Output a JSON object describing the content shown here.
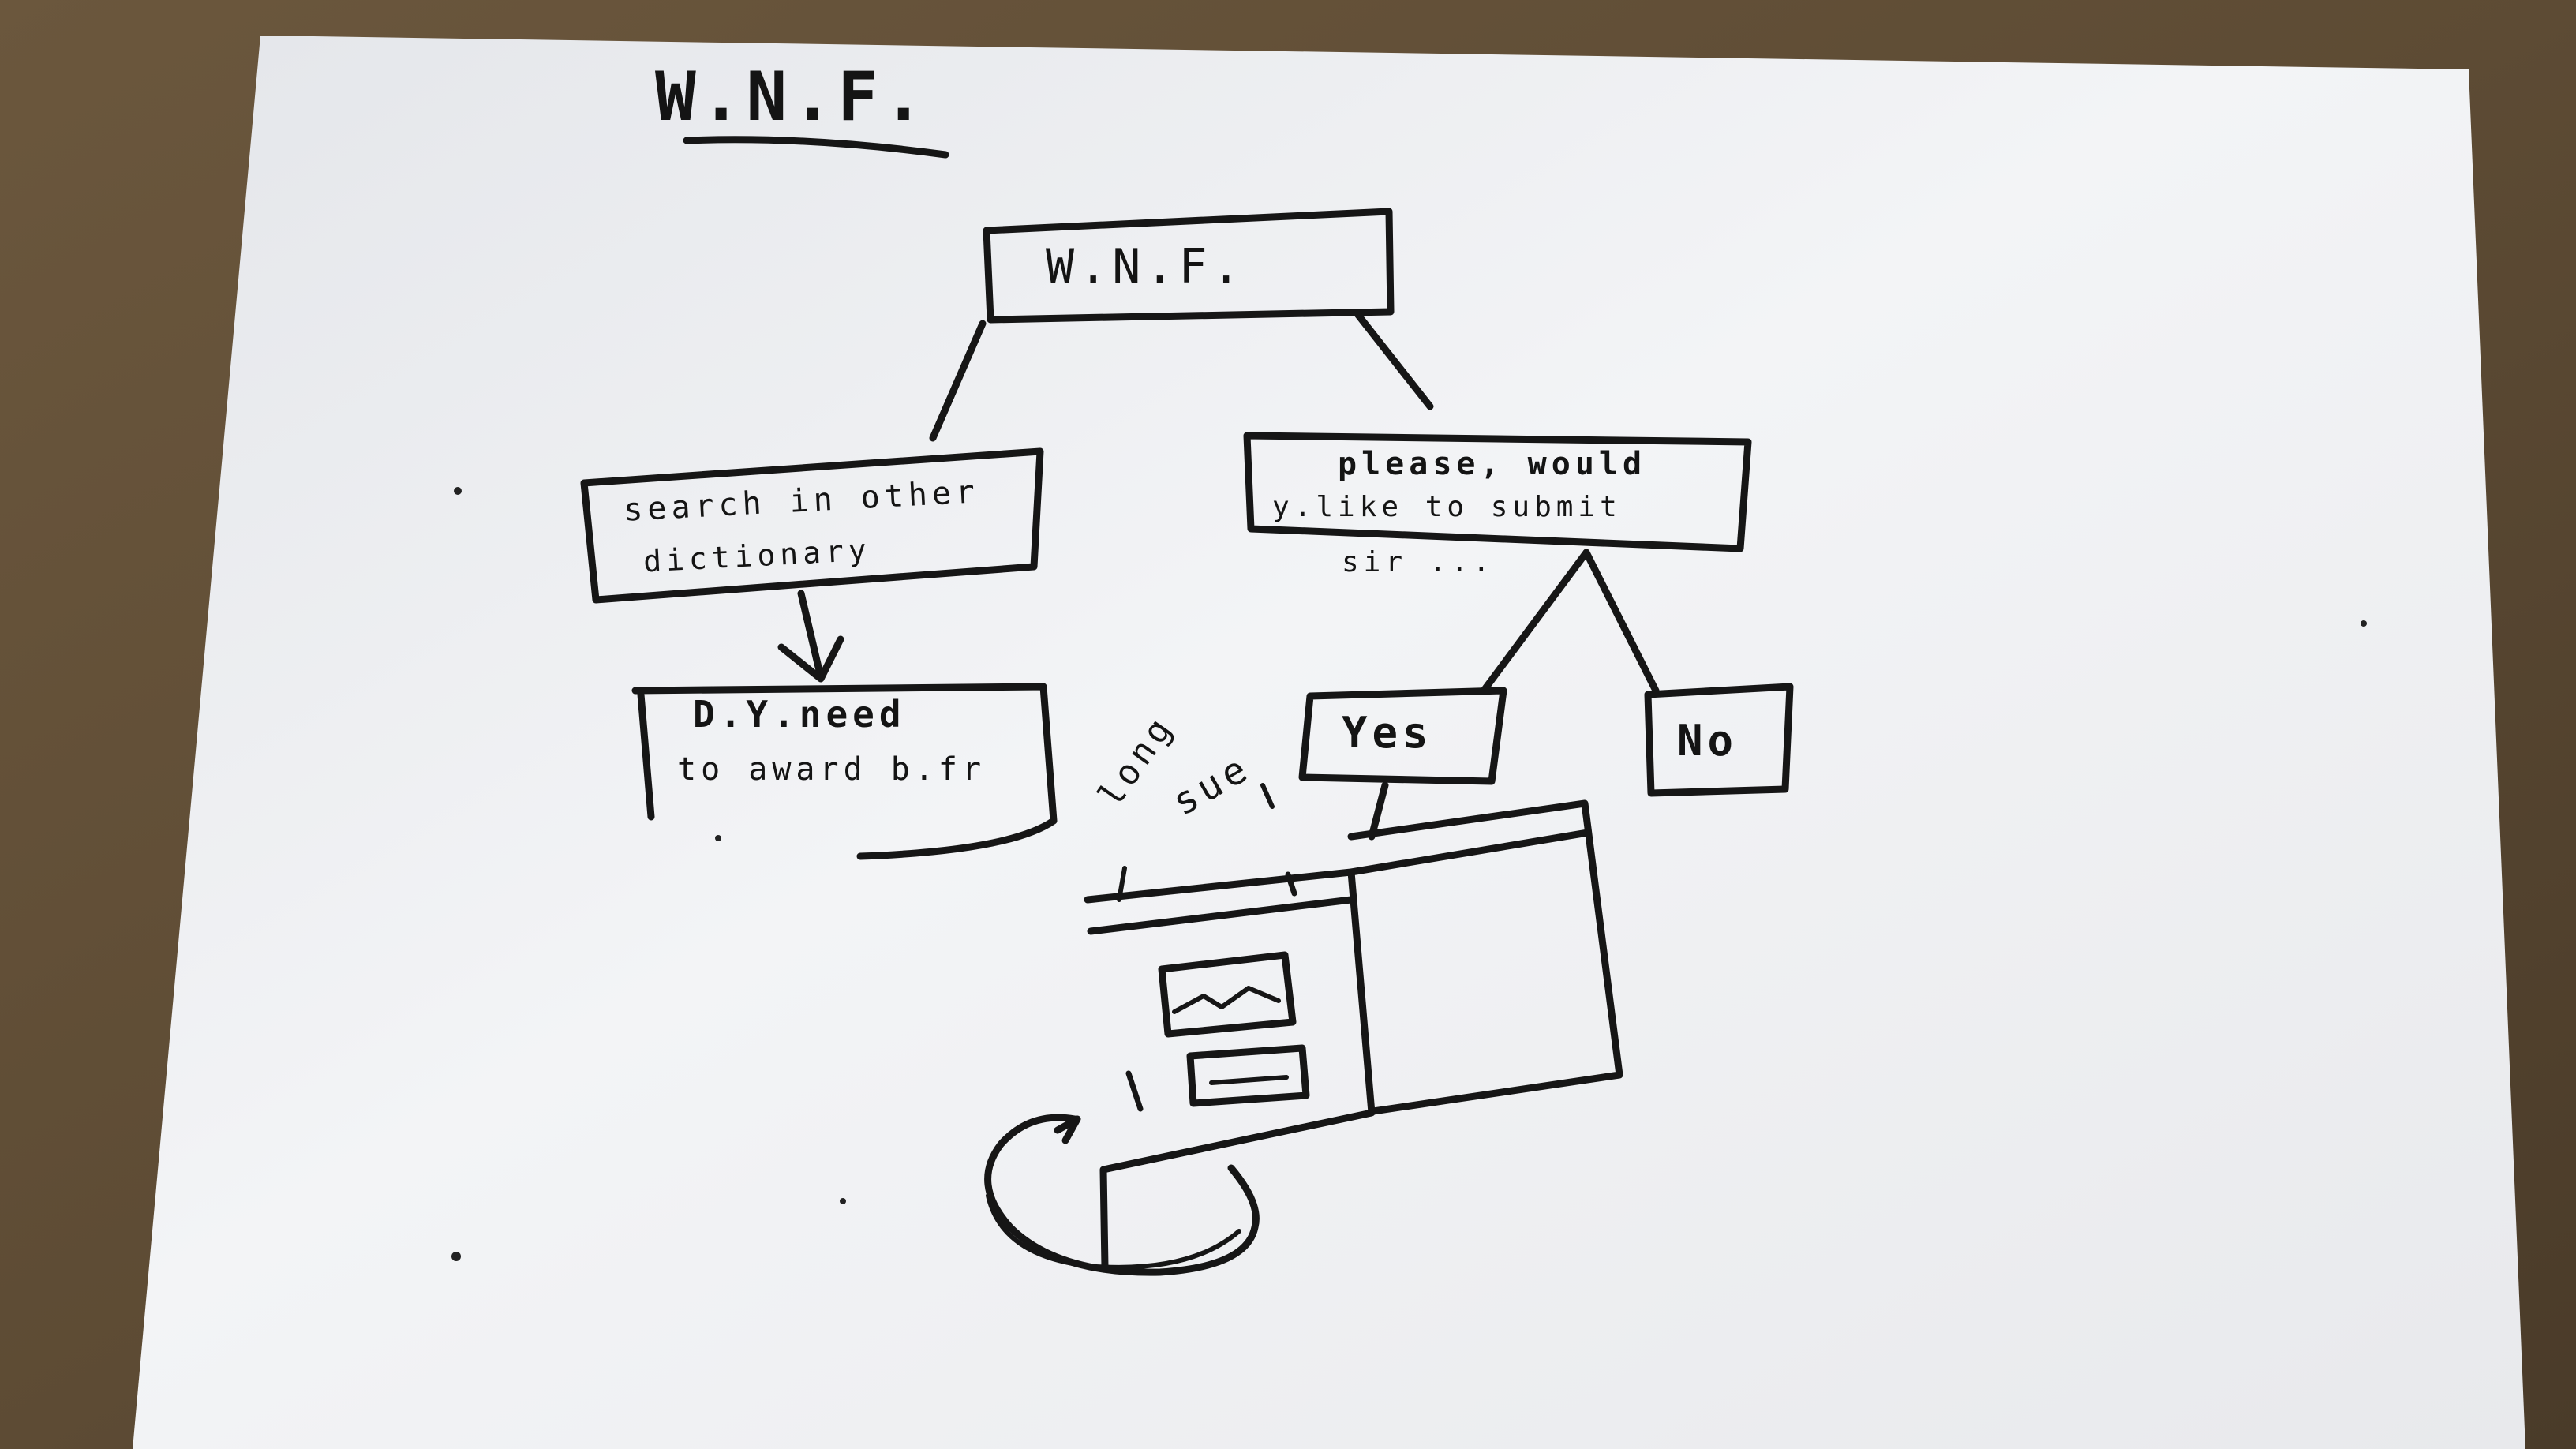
{
  "diagram": {
    "heading": "W.N.F.",
    "nodes": {
      "root": "W.N.F.",
      "search": {
        "line1": "search in other",
        "line2": "dictionary"
      },
      "dont_want": {
        "line1": "D.Y.need",
        "line2": "to award b.fr"
      },
      "please": {
        "line1": "please, would",
        "line2": "y.like to submit",
        "line3": "sir ..."
      },
      "yes": "Yes",
      "no": "No"
    },
    "screen_annotation": {
      "line1": "long",
      "line2": "sue"
    }
  }
}
